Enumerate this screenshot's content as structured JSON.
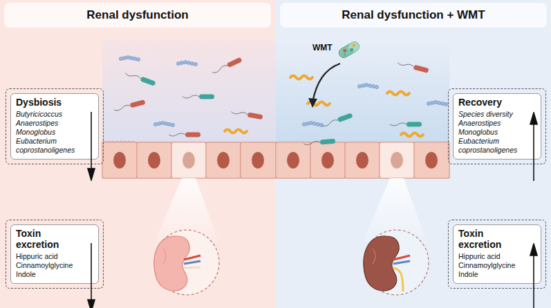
{
  "diagram": {
    "nodes": [
      {
        "text": [
          "Dysbiosis",
          "Butyricicoccus",
          "Anaerostipes",
          "Monoglobus",
          "Eubacterium coprostanoligenes"
        ]
      },
      {
        "text": [
          "Toxin excretion",
          "Hippuric acid",
          "Cinnamoylglycine",
          "Indole"
        ]
      },
      {
        "text": [
          "Recovery",
          "Species diversity",
          "Anaerostipes",
          "Monoglobus",
          "Eubacterium coprostanoligenes"
        ]
      },
      {
        "text": [
          "Toxin excretion",
          "Hippuric acid",
          "Cinnamoylglycine",
          "Indole"
        ]
      }
    ],
    "labels": [
      "Renal dysfunction",
      "Renal dysfunction + WMT",
      "WMT"
    ]
  }
}
